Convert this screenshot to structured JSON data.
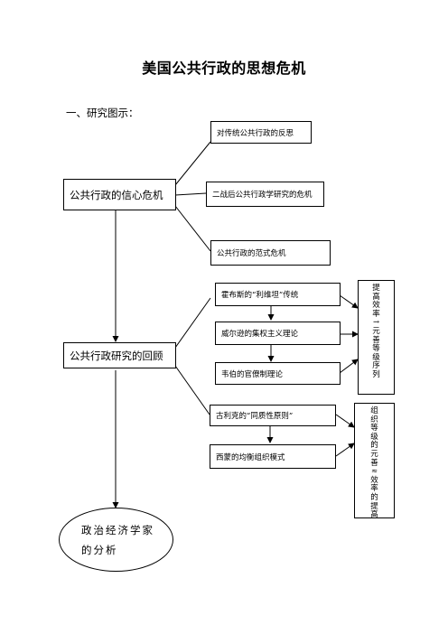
{
  "title": "美国公共行政的思想危机",
  "section_heading": "一、研究图示：",
  "diagram": {
    "crisis": {
      "label": "公共行政的信心危机",
      "items": [
        "对传统公共行政的反思",
        "二战后公共行政学研究的危机",
        "公共行政的范式危机"
      ]
    },
    "review": {
      "label": "公共行政研究的回顾",
      "group_a": [
        "霍布斯的“利维坦”传统",
        "威尔逊的集权主义理论",
        "韦伯的官僚制理论"
      ],
      "group_b": [
        "古利克的“同质性原则”",
        "西蒙的均衡组织模式"
      ]
    },
    "side_a": "提高效率→元善等级序列",
    "side_b": "组织等级的元善≈效率的提高",
    "economist": {
      "line1": "政治经济学家",
      "line2": "的分析"
    }
  }
}
